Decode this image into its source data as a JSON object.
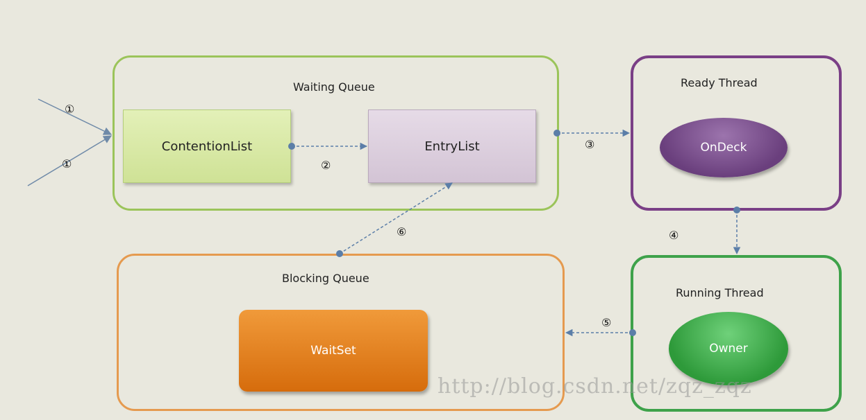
{
  "groups": {
    "waiting": {
      "title": "Waiting Queue"
    },
    "ready": {
      "title": "Ready Thread"
    },
    "blocking": {
      "title": "Blocking Queue"
    },
    "running": {
      "title": "Running Thread"
    }
  },
  "nodes": {
    "contention_list": "ContentionList",
    "entry_list": "EntryList",
    "on_deck": "OnDeck",
    "wait_set": "WaitSet",
    "owner": "Owner"
  },
  "steps": {
    "s1a": "①",
    "s1b": "①",
    "s2": "②",
    "s3": "③",
    "s4": "④",
    "s5": "⑤",
    "s6": "⑥"
  },
  "watermark": "http://blog.csdn.net/zqz_zqz",
  "colors": {
    "background": "#e9e8de",
    "waiting_border": "#9bc45a",
    "ready_border": "#7a3f86",
    "blocking_border": "#e59a4f",
    "running_border": "#3ea24a",
    "contention_fill": "#d8e9a7",
    "entry_fill": "#ddd0de",
    "ondeck_fill": "#7a4f8c",
    "waitset_fill": "#e07a14",
    "owner_fill": "#3db34a",
    "connector": "#5b7ea8"
  }
}
